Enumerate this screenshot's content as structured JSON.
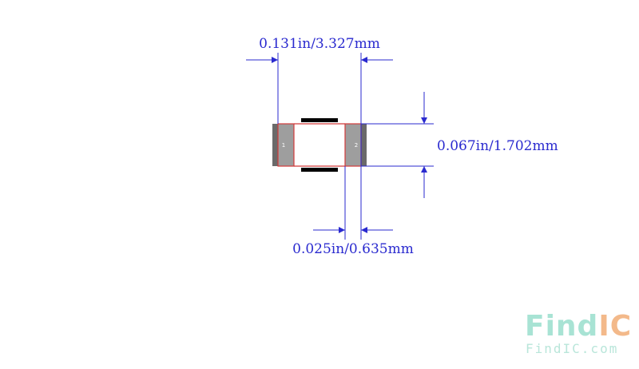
{
  "dimensions": {
    "overall_width": "0.131in/3.327mm",
    "pad_height": "0.067in/1.702mm",
    "pad_width": "0.025in/0.635mm"
  },
  "pads": [
    {
      "label": "1"
    },
    {
      "label": "2"
    }
  ],
  "watermark": {
    "logo": "FindIC",
    "logo_part1": "Find",
    "logo_part2": "IC",
    "site": "FindIC.com"
  },
  "colors": {
    "dimension": "#2a2acf",
    "outline": "#d23a3a",
    "pad_fill": "#9e9e9e",
    "pad_edge": "#6a6a6a",
    "silkscreen": "#000000",
    "logo_primary": "#a8e3d4",
    "logo_accent": "#f3b98a"
  }
}
